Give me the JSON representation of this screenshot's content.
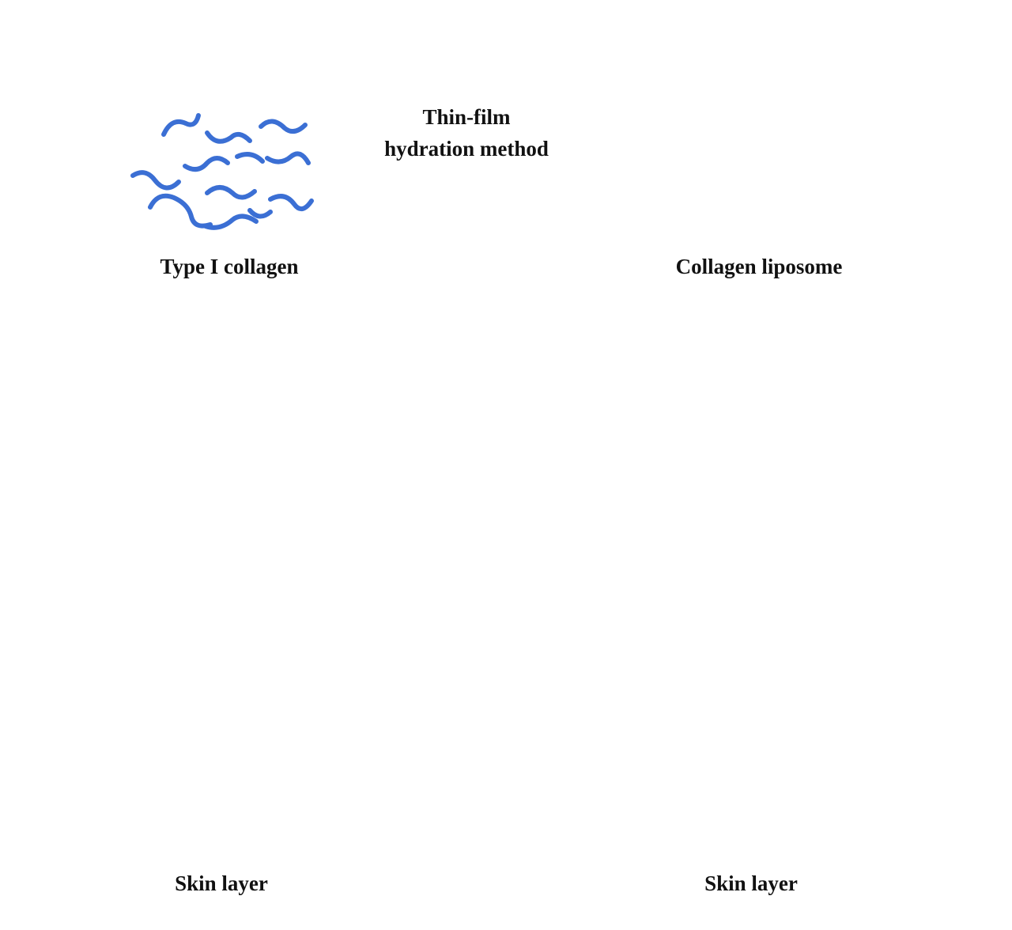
{
  "labels": {
    "type1_collagen": "Type I collagen",
    "collagen_liposome": "Collagen liposome",
    "method_line1": "Thin-film",
    "method_line2": "hydration method",
    "skin_left": "Skin layer",
    "skin_right": "Skin layer"
  },
  "colors": {
    "collagen_blue": "#3b6fd4",
    "arrow_dark": "#2a3547",
    "lipid_head": "#f5d05a",
    "lipid_head_stroke": "#d9a92c",
    "epidermis_pink": "#f6c4c4",
    "dermis_peach": "#f8dcae",
    "side_orange": "#f4a86a",
    "nerve_red": "#e04a2a",
    "vessel_blue": "#4a78d0",
    "hair_dark": "#3a2a3a"
  }
}
